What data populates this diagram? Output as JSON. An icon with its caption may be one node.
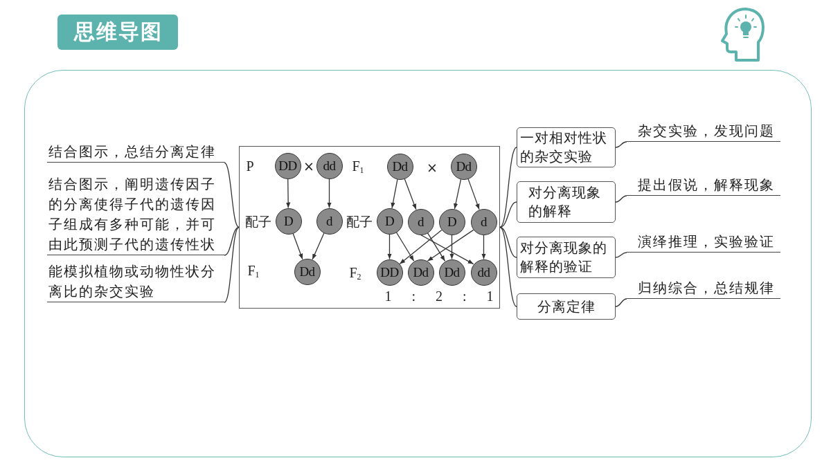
{
  "diagram": {
    "title": "思维导图",
    "nodes": [
      {
        "text": [
          "结合图示，总结分离定律"
        ]
      },
      {
        "text": [
          "结合图示，阐明遗传因子的分离使得子代的遗传因子组成有多种可能，并可由此预测子代的遗传性状"
        ]
      },
      {
        "text": [
          "能模拟植物或动物性状分离比的杂交实验"
        ]
      },
      {
        "text": [],
        "shape": "box"
      },
      {
        "text": [
          "DD"
        ],
        "in": 3
      },
      {
        "text": [
          "dd"
        ],
        "in": 3
      },
      {
        "text": [
          "D"
        ],
        "in": 3
      },
      {
        "text": [
          "d"
        ],
        "in": 3
      },
      {
        "text": [
          "Dd"
        ],
        "in": 3
      },
      {
        "text": [
          "Dd"
        ],
        "in": 3
      },
      {
        "text": [
          "Dd"
        ],
        "in": 3
      },
      {
        "text": [
          "D"
        ],
        "in": 3
      },
      {
        "text": [
          "d"
        ],
        "in": 3
      },
      {
        "text": [
          "D"
        ],
        "in": 3
      },
      {
        "text": [
          "d"
        ],
        "in": 3
      },
      {
        "text": [
          "DD"
        ],
        "in": 3
      },
      {
        "text": [
          "Dd"
        ],
        "in": 3
      },
      {
        "text": [
          "Dd"
        ],
        "in": 3
      },
      {
        "text": [
          "dd"
        ],
        "in": 3
      },
      {
        "text": [
          "一对相对性状的杂交实验"
        ]
      },
      {
        "text": [
          "对分离现象的解释"
        ]
      },
      {
        "text": [
          "对分离现象的解释的验证"
        ]
      },
      {
        "text": [
          "分离定律"
        ]
      },
      {
        "text": [
          "杂交实验，发现问题"
        ]
      },
      {
        "text": [
          "提出假说，解释现象"
        ]
      },
      {
        "text": [
          "演绎推理，实验验证"
        ]
      },
      {
        "text": [
          "归纳综合，总结规律"
        ]
      }
    ],
    "edges": [
      {
        "from": 3,
        "to": 0,
        "arrow": "none"
      },
      {
        "from": 3,
        "to": 1,
        "arrow": "none"
      },
      {
        "from": 3,
        "to": 2,
        "arrow": "none"
      },
      {
        "from": 4,
        "to": 6,
        "arrow": "to"
      },
      {
        "from": 5,
        "to": 7,
        "arrow": "to"
      },
      {
        "from": 6,
        "to": 8,
        "arrow": "to"
      },
      {
        "from": 7,
        "to": 8,
        "arrow": "to"
      },
      {
        "from": 9,
        "to": 11,
        "arrow": "to"
      },
      {
        "from": 9,
        "to": 12,
        "arrow": "to"
      },
      {
        "from": 10,
        "to": 13,
        "arrow": "to"
      },
      {
        "from": 10,
        "to": 14,
        "arrow": "to"
      },
      {
        "from": 11,
        "to": 15,
        "arrow": "to"
      },
      {
        "from": 11,
        "to": 16,
        "arrow": "to"
      },
      {
        "from": 12,
        "to": 17,
        "arrow": "to"
      },
      {
        "from": 12,
        "to": 18,
        "arrow": "to"
      },
      {
        "from": 13,
        "to": 15,
        "arrow": "to"
      },
      {
        "from": 13,
        "to": 17,
        "arrow": "to"
      },
      {
        "from": 14,
        "to": 16,
        "arrow": "to"
      },
      {
        "from": 14,
        "to": 18,
        "arrow": "to"
      },
      {
        "from": 3,
        "to": 19,
        "arrow": "none"
      },
      {
        "from": 3,
        "to": 20,
        "arrow": "none"
      },
      {
        "from": 3,
        "to": 21,
        "arrow": "none"
      },
      {
        "from": 3,
        "to": 22,
        "arrow": "none"
      },
      {
        "from": 19,
        "to": 23,
        "arrow": "none"
      },
      {
        "from": 20,
        "to": 24,
        "arrow": "none"
      },
      {
        "from": 21,
        "to": 25,
        "arrow": "none"
      },
      {
        "from": 22,
        "to": 26,
        "arrow": "none"
      }
    ],
    "labels": [
      "P",
      "×",
      "F$_{1}$",
      "×",
      "配子",
      "配子",
      "F$_{1}$",
      "F$_{2}$",
      "1 : 2 : 1"
    ]
  }
}
